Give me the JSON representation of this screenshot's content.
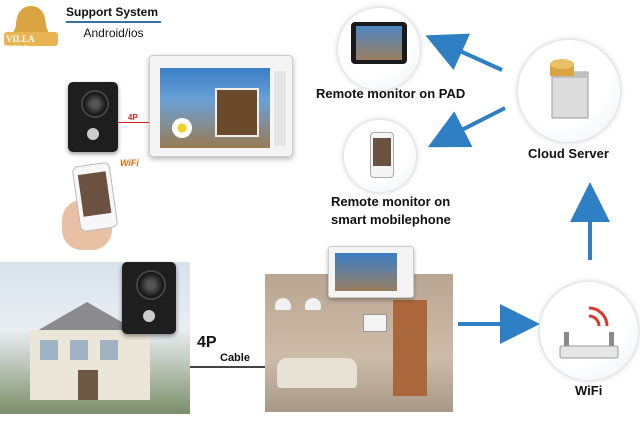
{
  "brand": {
    "logo_text": "VILLA BELL"
  },
  "support": {
    "title": "Support System",
    "subtitle": "Android/ios"
  },
  "wiring": {
    "small_label": "4P",
    "main_label": "4P",
    "cable_label": "Cable"
  },
  "wifi_badge": "WiFi",
  "nodes": {
    "pad": "Remote monitor on PAD",
    "phone_line1": "Remote monitor on",
    "phone_line2": "smart mobilephone",
    "cloud": "Cloud Server",
    "wifi": "WiFi"
  },
  "colors": {
    "arrow": "#2f7fc4",
    "monitor_frame": "#f4f4f4",
    "screen_blue": "#2a6fb2"
  }
}
